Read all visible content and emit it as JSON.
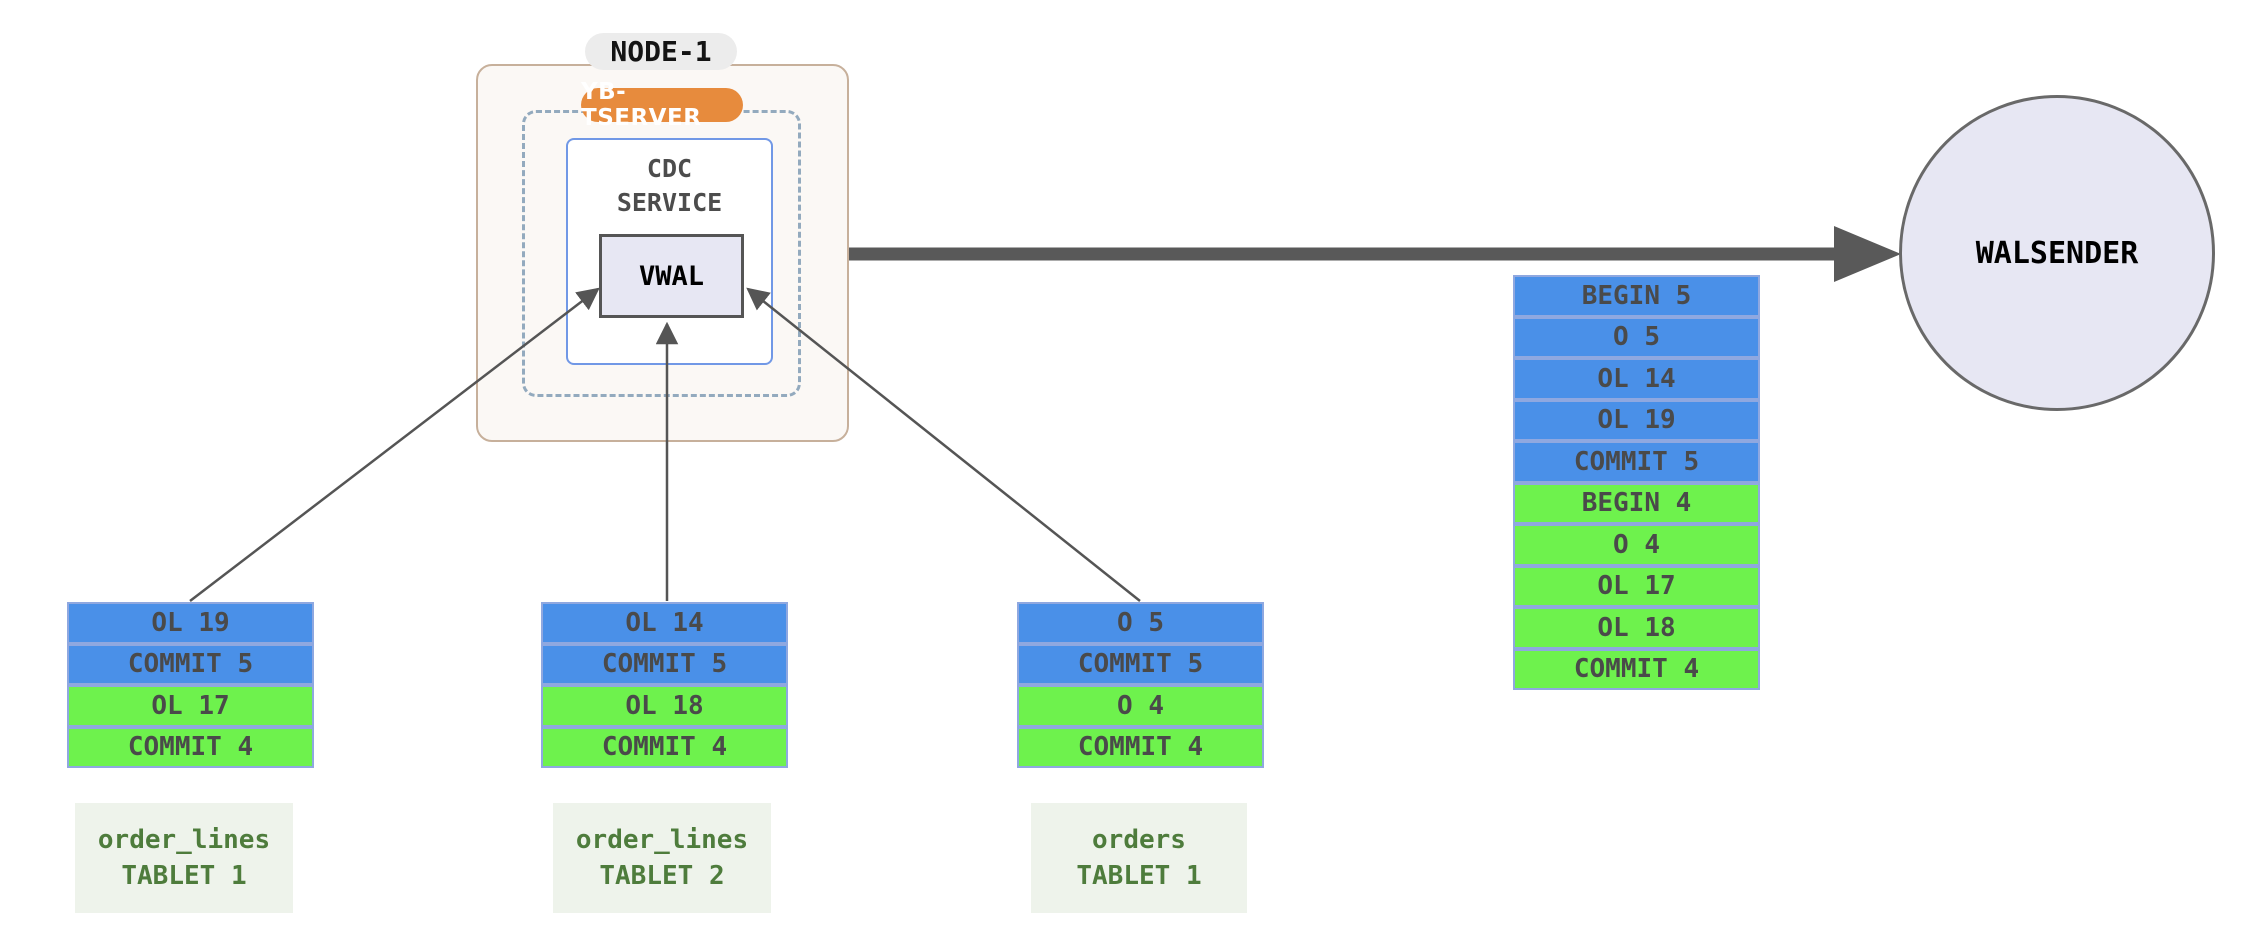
{
  "node": {
    "title": "NODE-1",
    "tserver_badge": "YB-TSERVER",
    "cdc_line1": "CDC",
    "cdc_line2": "SERVICE",
    "vwal_label": "VWAL"
  },
  "walsender": {
    "label": "WALSENDER"
  },
  "merged_stream": {
    "rows": [
      {
        "label": "BEGIN 5",
        "color": "blue"
      },
      {
        "label": "O 5",
        "color": "blue"
      },
      {
        "label": "OL 14",
        "color": "blue"
      },
      {
        "label": "OL 19",
        "color": "blue"
      },
      {
        "label": "COMMIT 5",
        "color": "blue"
      },
      {
        "label": "BEGIN 4",
        "color": "green"
      },
      {
        "label": "O 4",
        "color": "green"
      },
      {
        "label": "OL 17",
        "color": "green"
      },
      {
        "label": "OL 18",
        "color": "green"
      },
      {
        "label": "COMMIT 4",
        "color": "green"
      }
    ]
  },
  "tablets": [
    {
      "caption_line1": "order_lines",
      "caption_line2": "TABLET 1",
      "rows": [
        {
          "label": "OL 19",
          "color": "blue"
        },
        {
          "label": "COMMIT 5",
          "color": "blue"
        },
        {
          "label": "OL 17",
          "color": "green"
        },
        {
          "label": "COMMIT 4",
          "color": "green"
        }
      ]
    },
    {
      "caption_line1": "order_lines",
      "caption_line2": "TABLET 2",
      "rows": [
        {
          "label": "OL 14",
          "color": "blue"
        },
        {
          "label": "COMMIT 5",
          "color": "blue"
        },
        {
          "label": "OL 18",
          "color": "green"
        },
        {
          "label": "COMMIT 4",
          "color": "green"
        }
      ]
    },
    {
      "caption_line1": "orders",
      "caption_line2": "TABLET 1",
      "rows": [
        {
          "label": "O 5",
          "color": "blue"
        },
        {
          "label": "COMMIT 5",
          "color": "blue"
        },
        {
          "label": "O 4",
          "color": "green"
        },
        {
          "label": "COMMIT 4",
          "color": "green"
        }
      ]
    }
  ],
  "colors": {
    "row_blue": "#4a90e8",
    "row_green": "#6ef24d",
    "row_border": "#8fa8e0",
    "row_text": "#4a4a4a",
    "tserver_orange": "#e78b3d",
    "node_fill": "#fbf8f5",
    "node_border": "#c7b09b",
    "node_title_bg": "#ececec",
    "dashed_border": "#93aabe",
    "cdc_border": "#7198e6",
    "vwal_fill": "#e7e7f3",
    "vwal_border": "#555555",
    "walsender_fill": "#e7e7f3",
    "walsender_border": "#696969",
    "arrow_gray": "#595959",
    "caption_bg": "#eef3eb",
    "caption_text": "#4e7c3c"
  }
}
